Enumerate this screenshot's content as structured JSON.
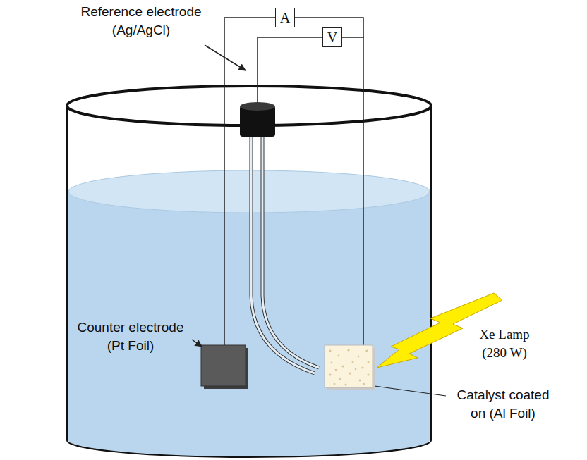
{
  "diagram": {
    "nodes": [
      {
        "text": [
          "A"
        ]
      },
      {
        "text": [
          "V"
        ]
      }
    ],
    "edges": [
      {
        "from": 0,
        "to": 1,
        "arrow": "none"
      }
    ],
    "labels": [
      "Reference electrode (Ag/AgCl)",
      "Counter electrode (Pt Foil)",
      "Xe Lamp (280 W)",
      "Catalyst coated on (Al Foil)"
    ]
  }
}
